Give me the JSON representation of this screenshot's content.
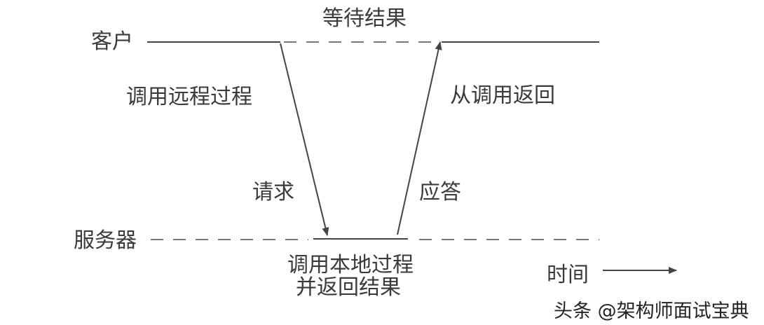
{
  "labels": {
    "client": "客户",
    "server": "服务器",
    "wait_result": "等待结果",
    "call_remote": "调用远程过程",
    "return_from_call": "从调用返回",
    "request": "请求",
    "response": "应答",
    "local_call_line1": "调用本地过程",
    "local_call_line2": "并返回结果",
    "time": "时间"
  },
  "watermark": "头条 @架构师面试宝典"
}
